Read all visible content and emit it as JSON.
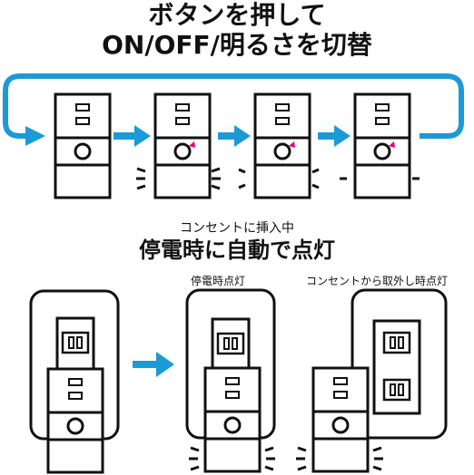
{
  "header": {
    "line1": "ボタンを押して",
    "line2": "ON/OFF/明るさを切替"
  },
  "section2": {
    "note": "コンセントに挿入中",
    "title": "停電時に自動で点灯"
  },
  "labels": {
    "blackout": "停電時点灯",
    "removed": "コンセントから取外し時点灯"
  },
  "colors": {
    "accent": "#1c9ad6",
    "indicator": "#e6007e",
    "line": "#111111"
  },
  "icons": [
    "cycle-arrow",
    "arrow-right-icon",
    "outlet-icon",
    "light-rays-icon"
  ]
}
